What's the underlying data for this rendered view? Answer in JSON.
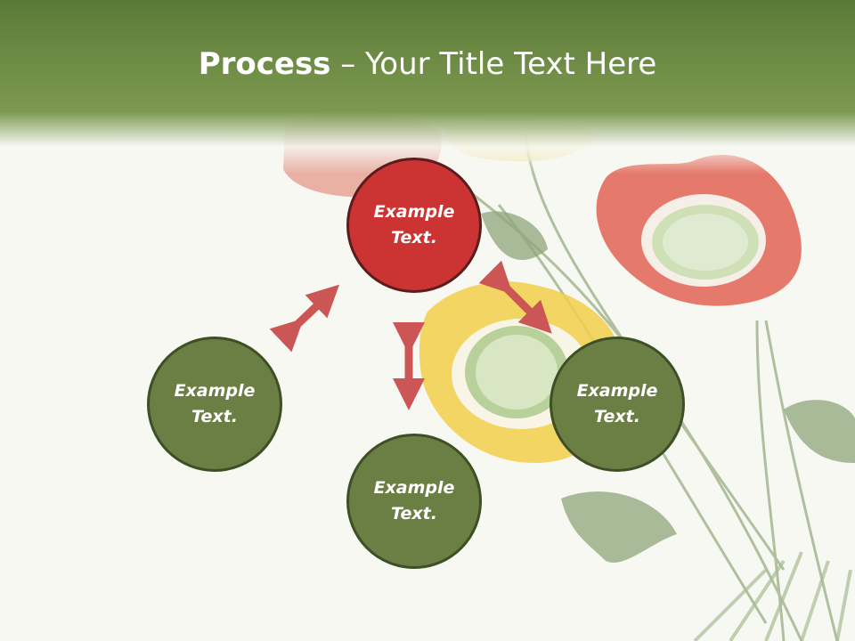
{
  "slide": {
    "title_bold": "Process",
    "title_rest": " – Your Title Text Here"
  },
  "nodes": [
    {
      "line1": "Example",
      "line2": "Text.",
      "color": "#cc3333"
    },
    {
      "line1": "Example",
      "line2": "Text.",
      "color": "#6b7f45"
    },
    {
      "line1": "Example",
      "line2": "Text.",
      "color": "#6b7f45"
    },
    {
      "line1": "Example",
      "line2": "Text.",
      "color": "#6b7f45"
    }
  ],
  "colors": {
    "header": "#6e8c45",
    "arrow": "#cc5555",
    "circle_green": "#6b7f45",
    "circle_red": "#cc3333"
  },
  "icons": [
    "double-arrow-icon"
  ]
}
